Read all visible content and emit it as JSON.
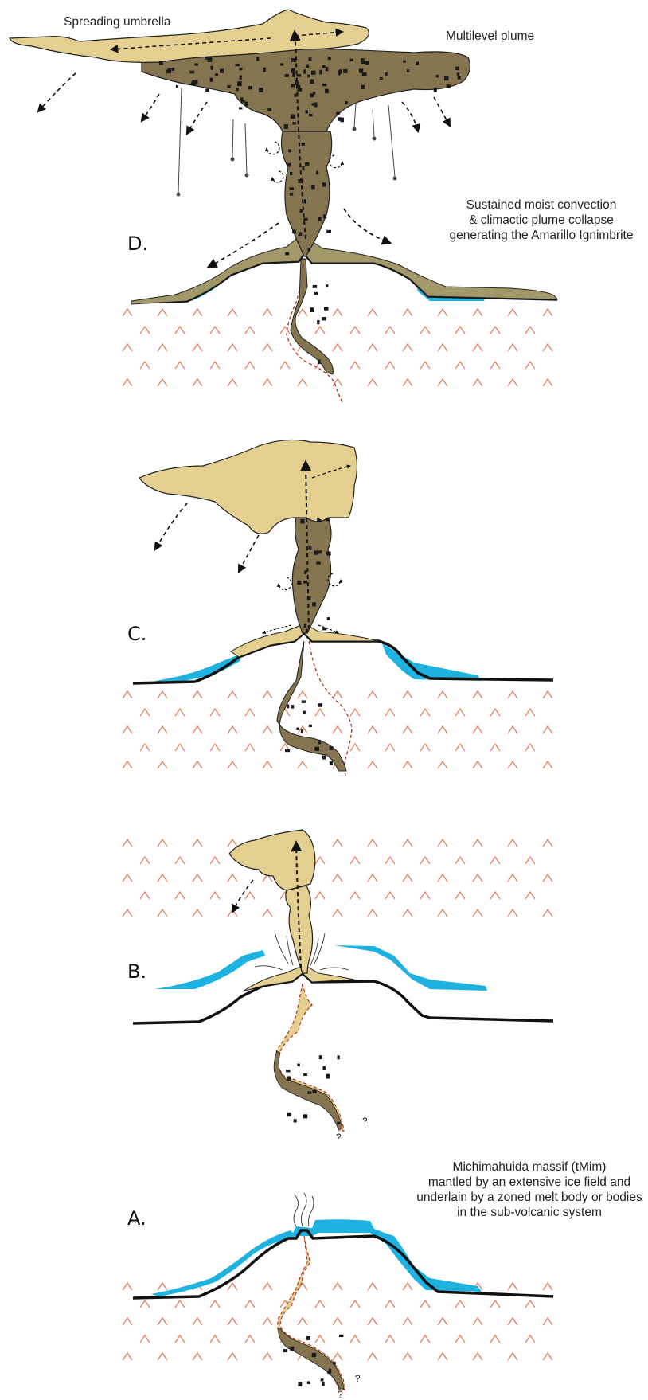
{
  "panels": [
    {
      "letter": "D.",
      "annotations": [
        "Sustained moist convection",
        "& climactic plume collapse",
        "generating the Amarillo Ignimbrite"
      ],
      "plume_labels": {
        "umbrella": "Spreading umbrella",
        "multilevel": "Multilevel plume"
      }
    },
    {
      "letter": "C."
    },
    {
      "letter": "B.",
      "question_marks": [
        "?",
        "?"
      ]
    },
    {
      "letter": "A.",
      "annotations": [
        "Michimahuida massif (tMim)",
        "mantled by an extensive ice field and",
        "underlain by a zoned melt body or bodies",
        "in the sub-volcanic system"
      ],
      "question_marks": [
        "?",
        "?"
      ]
    }
  ],
  "colors": {
    "tephra_light": "#e3cf8f",
    "tephra_dark": "#857450",
    "ice": "#1eb2e0",
    "ground_line": "#111111",
    "basement_marks": "#e07a5b",
    "conduit_outline": "#b03020",
    "clast": "#1a1a1a"
  }
}
